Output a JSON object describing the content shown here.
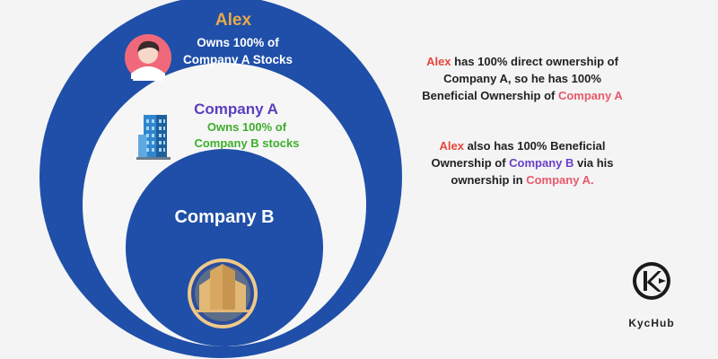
{
  "alex": {
    "name": "Alex",
    "desc_line1": "Owns 100% of",
    "desc_line2": "Company A Stocks"
  },
  "company_a": {
    "name": "Company A",
    "desc_line1": "Owns 100% of",
    "desc_line2": "Company B stocks"
  },
  "company_b": {
    "name": "Company B"
  },
  "explanation1": {
    "l1_name": "Alex",
    "l1_rest": " has 100% direct ownership of",
    "l2": "Company A, so he has 100%",
    "l3_text": "Beneficial Ownership of ",
    "l3_company": "Company A"
  },
  "explanation2": {
    "l1_name": "Alex",
    "l1_rest": " also has 100% Beneficial",
    "l2_text": "Ownership of ",
    "l2_company": "Company B",
    "l2_rest": " via his",
    "l3_text": "ownership in ",
    "l3_company": "Company A."
  },
  "logo": {
    "brand": "KycHub",
    "glyph": "K"
  },
  "colors": {
    "outer_circle": "#1f4fa8",
    "middle_circle": "#f6f6f6",
    "inner_circle": "#1f4fa8",
    "alex_name": "#e9a94a",
    "company_a_name": "#5a3fc0",
    "company_a_desc": "#3dae2b",
    "highlight_red": "#e8453c",
    "highlight_purple": "#6a3fc8",
    "connector_start": "#9b4fd8",
    "connector_end": "#f08a5a"
  },
  "icons": [
    "user-avatar-icon",
    "office-building-icon",
    "buildings-badge-icon",
    "kychub-logo-icon"
  ]
}
